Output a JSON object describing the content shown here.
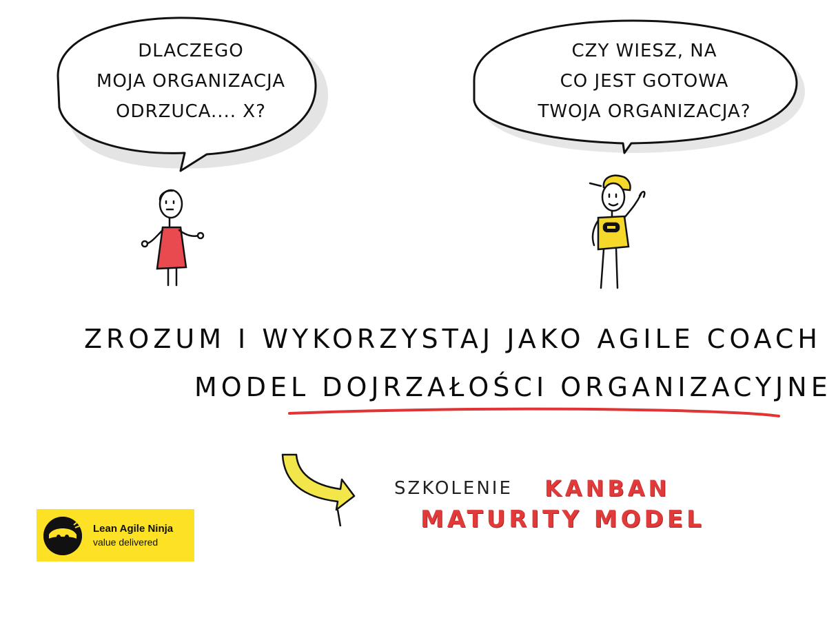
{
  "bubble_left": {
    "lines": [
      "DLACZEGO",
      "MOJA ORGANIZACJA",
      "ODRZUCA.... X?"
    ]
  },
  "bubble_right": {
    "lines": [
      "CZY WIESZ, NA",
      "CO JEST GOTOWA",
      "TWOJA ORGANIZACJA?"
    ]
  },
  "headline": {
    "line1": "ZROZUM I WYKORZYSTAJ JAKO AGILE COACH",
    "line2": "MODEL DOJRZAŁOŚCI ORGANIZACYJNEJ!"
  },
  "training": {
    "prefix": "SZKOLENIE",
    "kanban": "KANBAN",
    "maturity": "MATURITY MODEL"
  },
  "logo": {
    "name": "Lean Agile Ninja",
    "tagline": "value delivered"
  },
  "colors": {
    "logo_background": "#fde125",
    "accent_red": "#e03a3a",
    "dress_red": "#e84a4f",
    "shirt_yellow": "#f5d82a",
    "arrow_yellow": "#f2e64a"
  },
  "icons": {
    "woman": "woman-figure-icon",
    "man": "man-figure-icon",
    "arrow": "curved-arrow-icon",
    "ninja": "ninja-icon"
  }
}
